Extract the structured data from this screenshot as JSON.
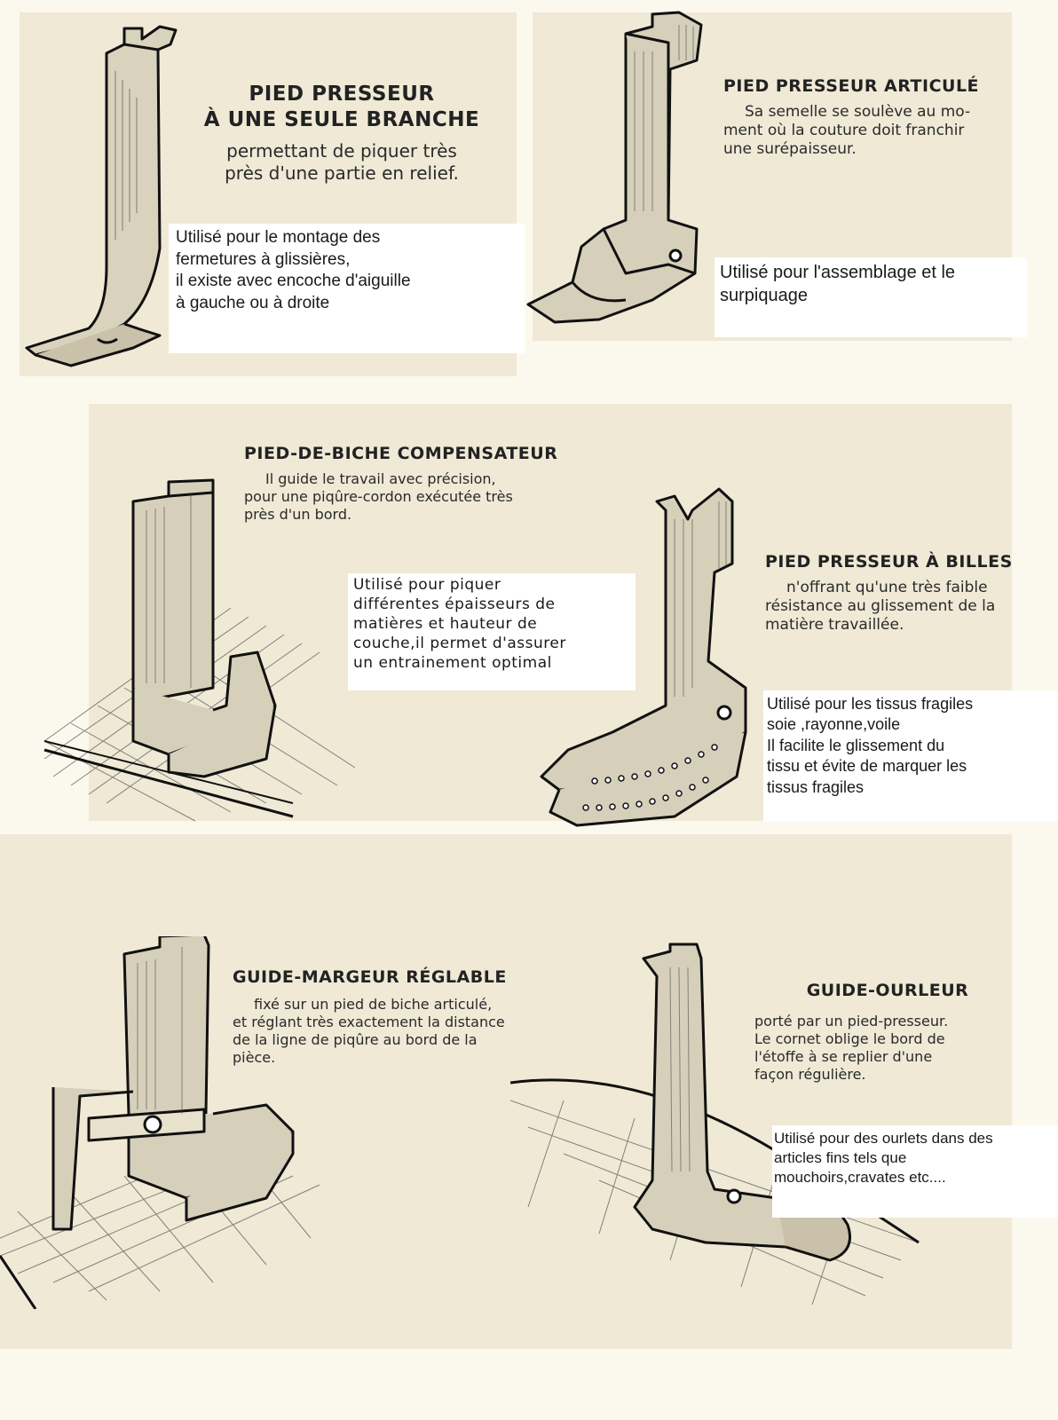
{
  "sections": [
    {
      "id": "single-branch",
      "title_lines": [
        "PIED PRESSEUR",
        "À UNE SEULE BRANCHE"
      ],
      "desc_lines": [
        "permettant de piquer très",
        "près d'une partie en relief."
      ],
      "note_lines": [
        "Utilisé pour le montage des",
        "fermetures à glissières,",
        "il existe avec encoche d'aiguille",
        "à gauche ou à droite"
      ]
    },
    {
      "id": "articulated",
      "title_lines": [
        "PIED PRESSEUR ARTICULÉ"
      ],
      "desc_lines": [
        "Sa semelle se soulève au mo-",
        "ment où la couture doit franchir",
        "une surépaisseur."
      ],
      "note_lines": [
        "Utilisé pour l'assemblage et le",
        "surpiquage"
      ]
    },
    {
      "id": "compensating",
      "title_lines": [
        "PIED-DE-BICHE COMPENSATEUR"
      ],
      "desc_lines": [
        "Il guide le travail avec précision,",
        "pour une piqûre-cordon exécutée très",
        "près d'un bord."
      ],
      "note_lines": [
        "Utilisé pour piquer",
        "différentes épaisseurs de",
        "matières et hauteur de",
        "couche,il permet d'assurer",
        "un entrainement optimal"
      ]
    },
    {
      "id": "ball",
      "title_lines": [
        "PIED PRESSEUR À BILLES"
      ],
      "desc_lines": [
        "n'offrant qu'une très faible",
        "résistance au glissement de la",
        "matière travaillée."
      ],
      "note_lines": [
        "Utilisé pour les tissus fragiles",
        " soie ,rayonne,voile",
        " Il facilite le glissement du",
        "tissu et évite de marquer les",
        "tissus fragiles"
      ]
    },
    {
      "id": "margin-guide",
      "title_lines": [
        "GUIDE-MARGEUR RÉGLABLE"
      ],
      "desc_lines": [
        "fixé sur un pied de biche articulé,",
        "et réglant très exactement la distance",
        "de la ligne de piqûre au bord de la",
        "pièce."
      ],
      "note_lines": []
    },
    {
      "id": "hemmer",
      "title_lines": [
        "GUIDE-OURLEUR"
      ],
      "desc_lines": [
        "porté par un pied-presseur.",
        "Le cornet oblige le bord de",
        "l'étoffe à se replier d'une",
        "façon régulière."
      ],
      "note_lines": [
        "Utilisé pour des ourlets dans des",
        "articles fins tels que",
        "mouchoirs,cravates etc...."
      ]
    }
  ],
  "icons": {
    "foot1": "single-branch-presser-foot-icon",
    "foot2": "articulated-presser-foot-icon",
    "foot3": "compensating-foot-icon",
    "foot4": "ball-presser-foot-icon",
    "foot5": "margin-guide-foot-icon",
    "foot6": "hemmer-foot-icon"
  },
  "colors": {
    "paper": "#efe9d6",
    "ink": "#222222",
    "note_bg": "#ffffff"
  }
}
